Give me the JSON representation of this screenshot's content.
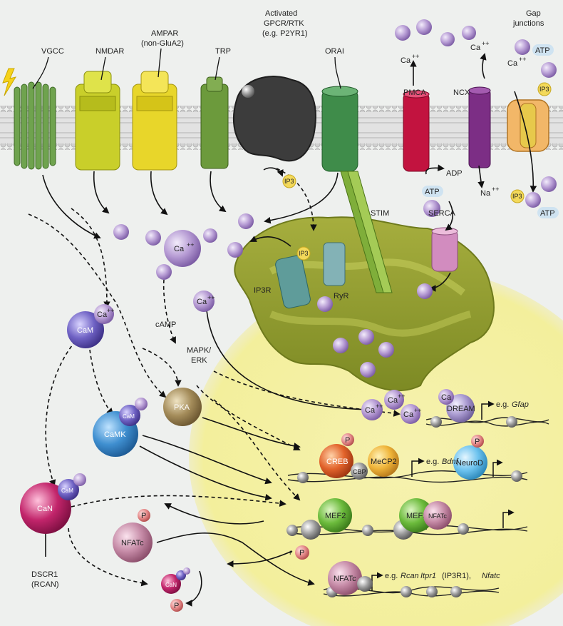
{
  "membrane_labels": {
    "vgcc": "VGCC",
    "nmdar": "NMDAR",
    "ampar": "AMPAR",
    "ampar_sub": "(non-GluA2)",
    "trp": "TRP",
    "gpcr_1": "Activated",
    "gpcr_2": "GPCR/RTK",
    "gpcr_3": "(e.g. P2YR1)",
    "orai": "ORAI",
    "pmca": "PMCA",
    "ncx": "NCX",
    "gap_1": "Gap",
    "gap_2": "junctions"
  },
  "ions": {
    "ca": "Ca",
    "ca_sup": "++",
    "na": "Na",
    "na_sup": "++",
    "atp": "ATP",
    "adp": "ADP",
    "ip3": "IP3",
    "p": "P"
  },
  "er_labels": {
    "stim": "STIM",
    "serca": "SERCA",
    "ip3r": "IP3R",
    "ryr": "RyR"
  },
  "signaling": {
    "camp": "cAMP",
    "mapk_1": "MAPK/",
    "mapk_2": "ERK",
    "pka": "PKA",
    "cam": "CaM",
    "camk": "CaMK",
    "can": "CaN",
    "nfatc": "NFATc",
    "dscr1_1": "DSCR1",
    "dscr1_2": "(RCAN)",
    "plus": "+"
  },
  "nuclear": {
    "dream": "DREAM",
    "creb": "CREB",
    "cbp": "CBP",
    "mecp2": "MeCP2",
    "neurod": "NeuroD",
    "mef2": "MEF2",
    "nfatc": "NFATc"
  },
  "gene_targets": {
    "eg": "e.g.",
    "gfap": "Gfap",
    "bdnf": "Bdnf",
    "rcan": "Rcan",
    "itpr1": "Itpr1",
    "itpr1_note": "(IP3R1),",
    "nfatc": "Nfatc"
  },
  "colors": {
    "background": "#eef0ee",
    "nucleus": "#f2ef9e",
    "er": "#8f9a2e",
    "calcium": "#b59ad3",
    "membrane": "#c9c9c9"
  }
}
